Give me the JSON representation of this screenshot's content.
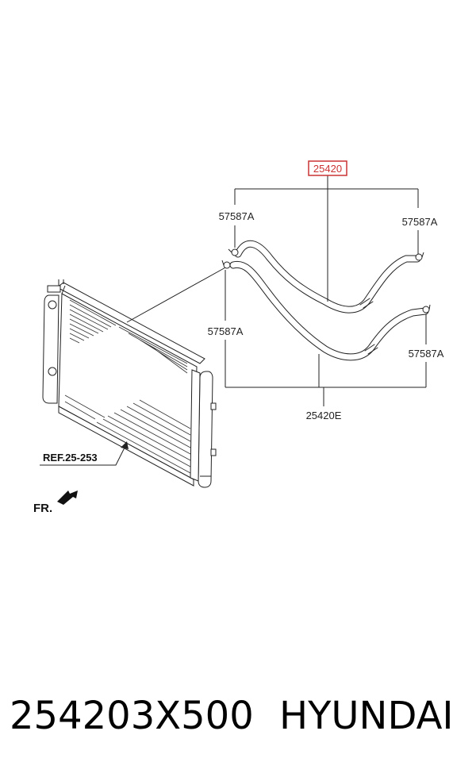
{
  "diagram": {
    "callouts": {
      "main_part": "25420",
      "clamp_top_left": "57587A",
      "clamp_top_right": "57587A",
      "clamp_mid_left": "57587A",
      "clamp_mid_right": "57587A",
      "lower_hose": "25420E",
      "reference": "REF.25-253",
      "front_arrow": "FR."
    },
    "highlight_color": "#cc3333"
  },
  "caption": {
    "part_number": "254203X500",
    "brand": "HYUNDAI"
  }
}
